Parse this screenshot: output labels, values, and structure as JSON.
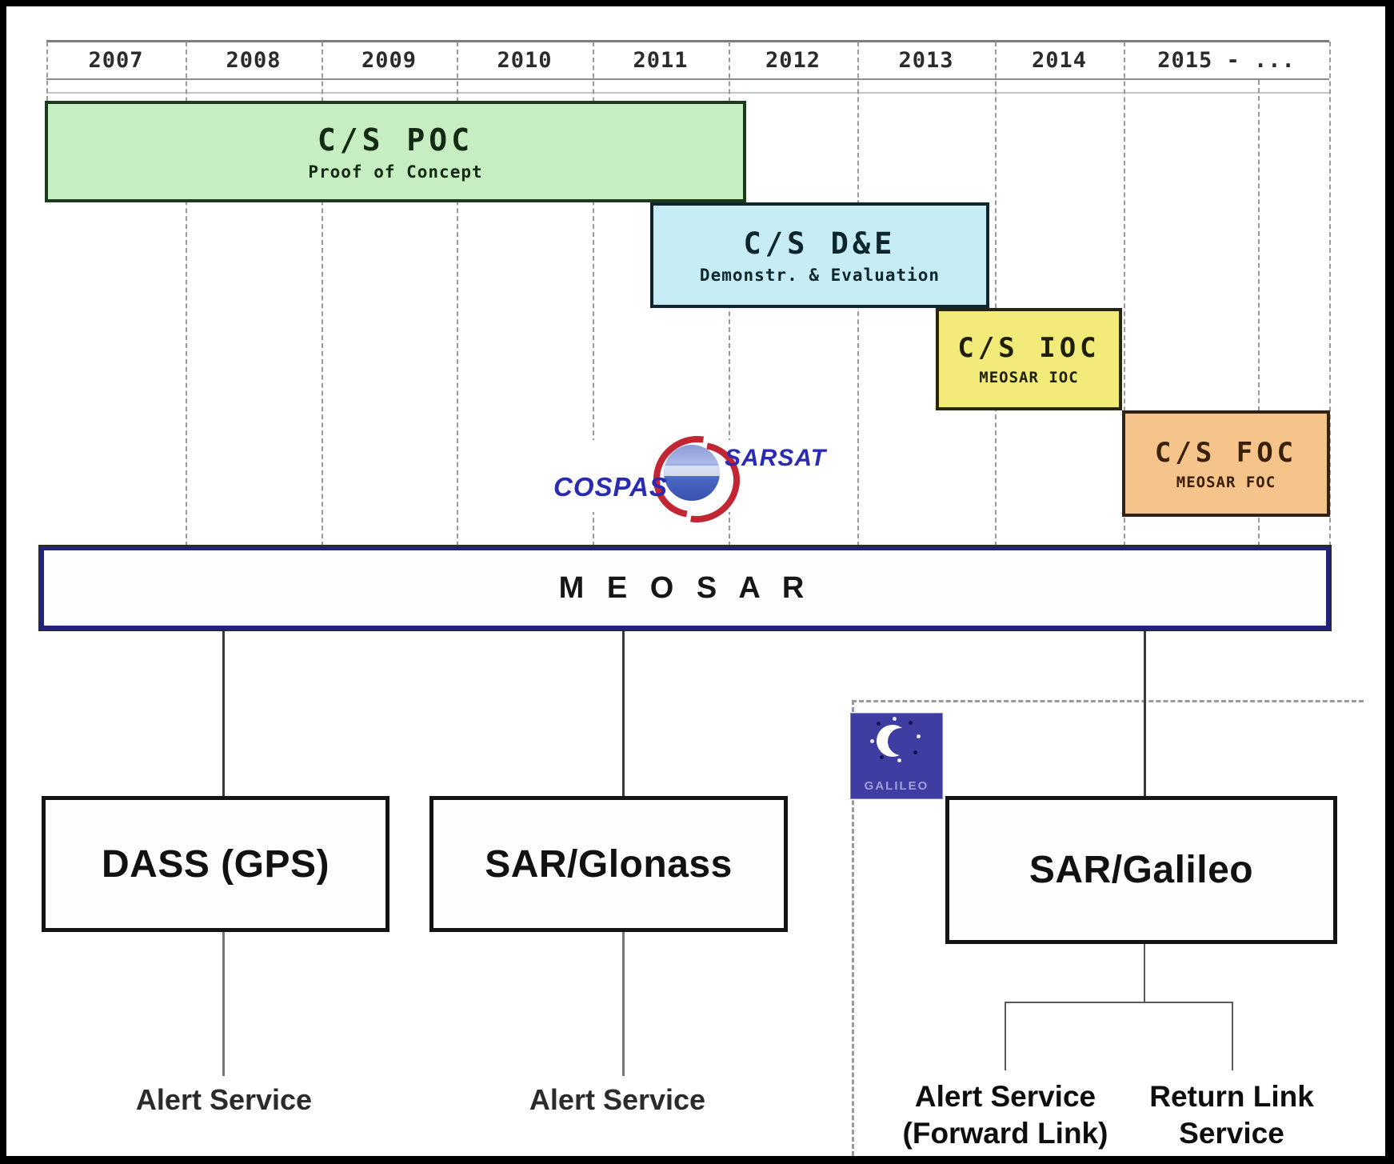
{
  "timeline": {
    "years": [
      "2007",
      "2008",
      "2009",
      "2010",
      "2011",
      "2012",
      "2013",
      "2014",
      "2015 - ..."
    ]
  },
  "phases": [
    {
      "title": "C/S POC",
      "subtitle": "Proof of Concept",
      "fill": "#c7edc3"
    },
    {
      "title": "C/S D&E",
      "subtitle": "Demonstr. & Evaluation",
      "fill": "#c6ecf6"
    },
    {
      "title": "C/S IOC",
      "subtitle": "MEOSAR IOC",
      "fill": "#f2ea79"
    },
    {
      "title": "C/S FOC",
      "subtitle": "MEOSAR FOC",
      "fill": "#f4c48a"
    }
  ],
  "cospas_sarsat_logo": {
    "cospas": "COSPAS",
    "sarsat": "SARSAT",
    "blue": "#2a2ab2",
    "red": "#c22633"
  },
  "meosar": {
    "label": "M E O S A R",
    "border_color": "#23237a"
  },
  "galileo_logo": {
    "label": "GALILEO",
    "bg": "#3e3ea2"
  },
  "systems": [
    {
      "label": "DASS (GPS)",
      "service": "Alert Service"
    },
    {
      "label": "SAR/Glonass",
      "service": "Alert Service"
    },
    {
      "label": "SAR/Galileo",
      "services": [
        {
          "line1": "Alert Service",
          "line2": "(Forward Link)"
        },
        {
          "line1": "Return Link",
          "line2": "Service"
        }
      ]
    }
  ]
}
